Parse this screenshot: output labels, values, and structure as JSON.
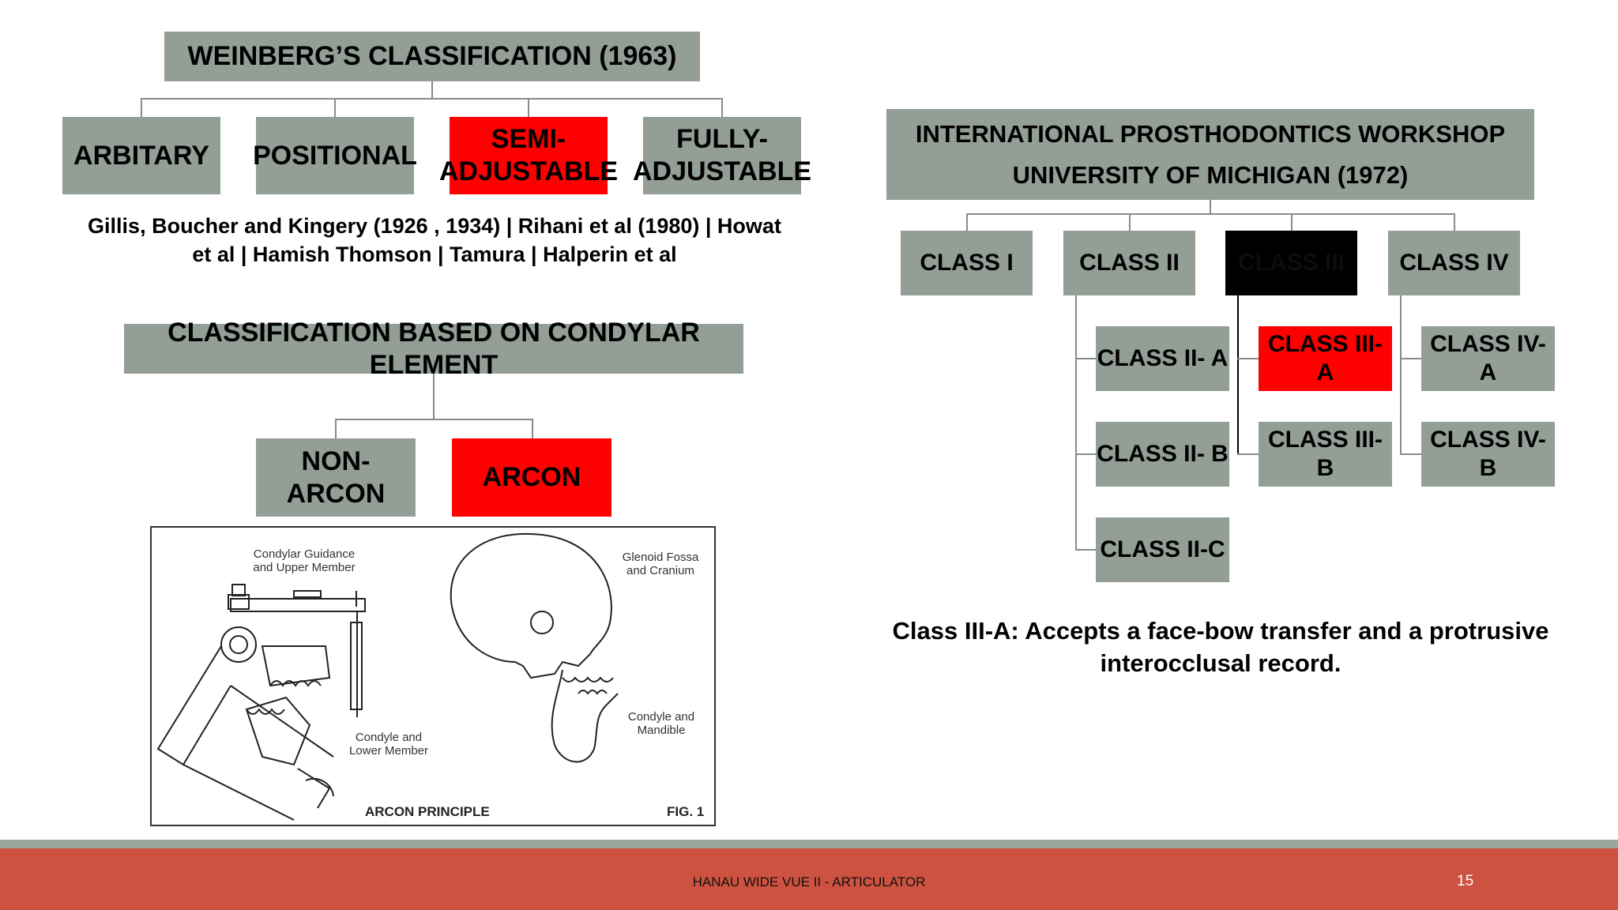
{
  "weinberg": {
    "title": "WEINBERG’S CLASSIFICATION (1963)",
    "items": [
      "ARBITARY",
      "POSITIONAL",
      "SEMI-ADJUSTABLE",
      "FULLY-ADJUSTABLE"
    ],
    "caption": "Gillis, Boucher and Kingery (1926 , 1934) | Rihani et al (1980) | Howat et al | Hamish Thomson | Tamura | Halperin et al"
  },
  "condylar": {
    "title": "CLASSIFICATION BASED ON CONDYLAR ELEMENT",
    "items": [
      "NON-ARCON",
      "ARCON"
    ]
  },
  "figure": {
    "label_top_left": "Condylar Guidance and Upper Member",
    "label_bottom_left": "Condyle and Lower Member",
    "label_top_right": "Glenoid Fossa and Cranium",
    "label_bottom_right": "Condyle and Mandible",
    "caption": "ARCON PRINCIPLE",
    "fig_number": "FIG. 1"
  },
  "workshop": {
    "title_line1": "INTERNATIONAL PROSTHODONTICS WORKSHOP",
    "title_line2": "UNIVERSITY OF MICHIGAN (1972)",
    "classes": [
      "CLASS I",
      "CLASS II",
      "CLASS III",
      "CLASS IV"
    ],
    "class2_sub": [
      "CLASS II- A",
      "CLASS II- B",
      "CLASS II-C"
    ],
    "class3_sub": [
      "CLASS III- A",
      "CLASS III- B"
    ],
    "class4_sub": [
      "CLASS IV- A",
      "CLASS IV- B"
    ],
    "note": "Class III-A: Accepts a face-bow transfer and a protrusive interocclusal record."
  },
  "footer": {
    "title": "HANAU WIDE VUE II - ARTICULATOR",
    "page": "15"
  },
  "colors": {
    "box": "#939f96",
    "highlight": "#fe0000",
    "selected": "#000000",
    "footer": "#cd5240",
    "footer_stripe": "#9aa69c"
  }
}
